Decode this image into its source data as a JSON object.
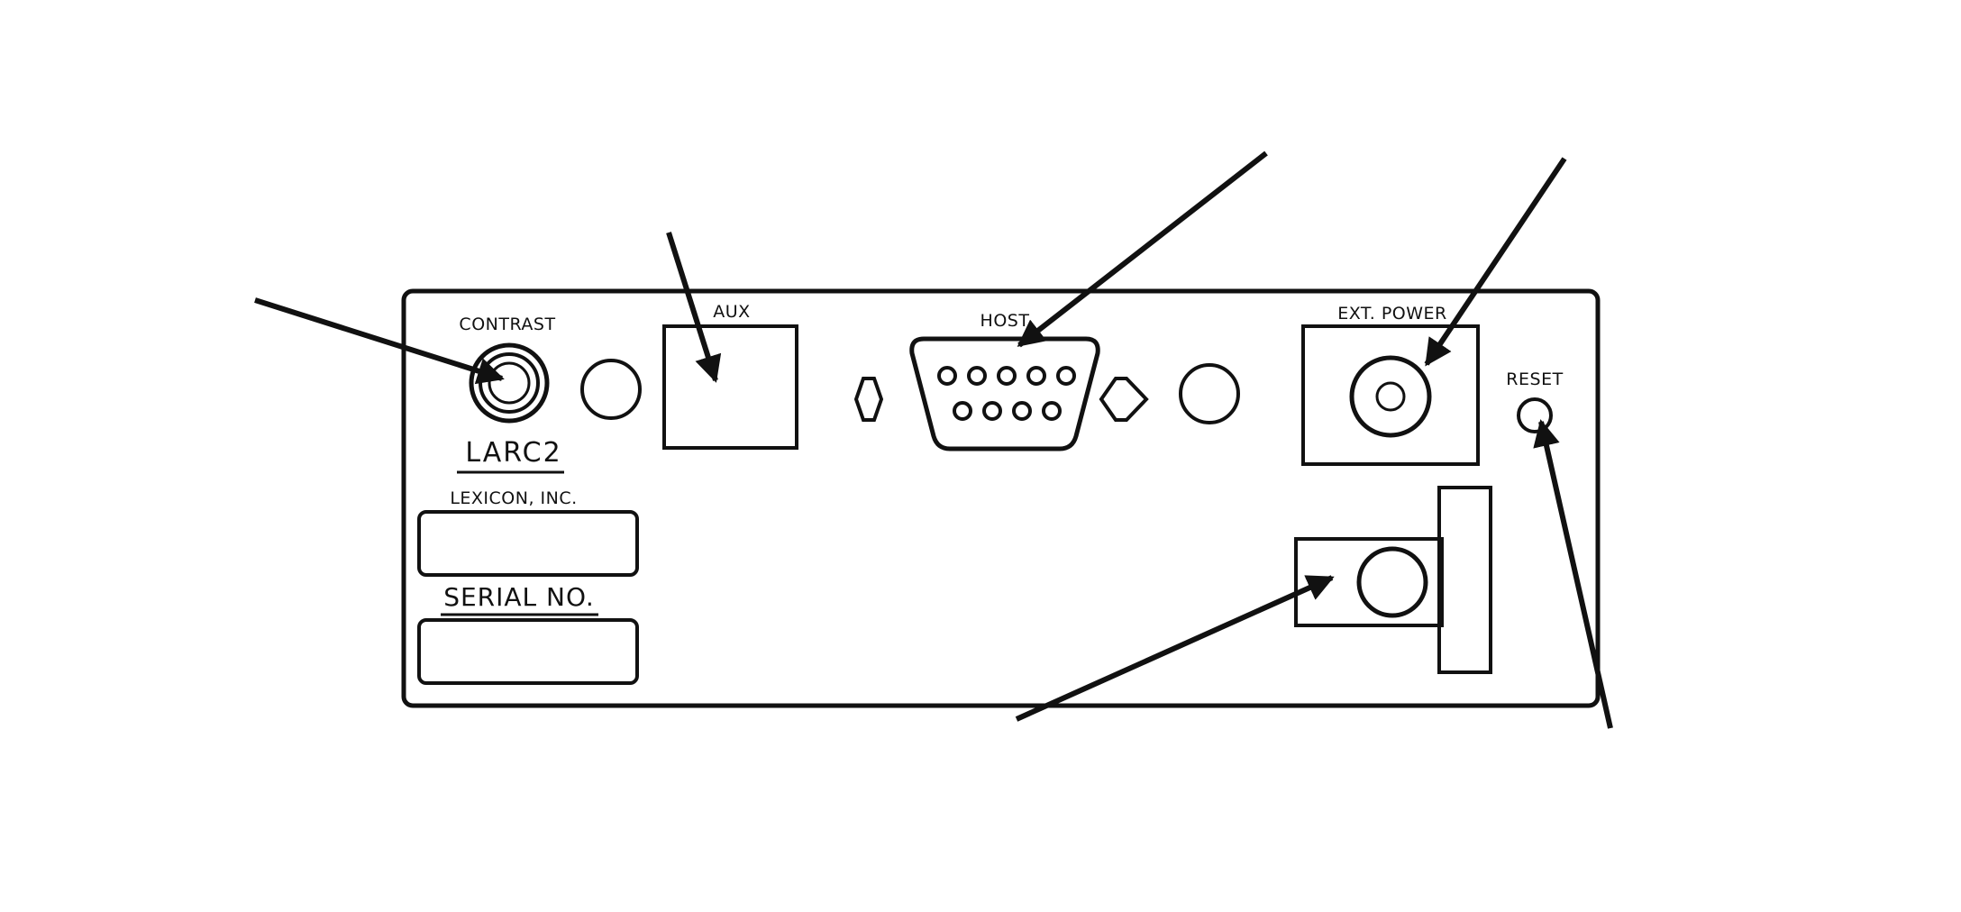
{
  "panel": {
    "contrast_label": "CONTRAST",
    "aux_label": "AUX",
    "host_label": "HOST",
    "ext_power_label": "EXT. POWER",
    "reset_label": "RESET",
    "model_label": "LARC2",
    "maker_label": "LEXICON, INC.",
    "serial_label": "SERIAL NO."
  },
  "colors": {
    "line": "#111111",
    "background": "#ffffff"
  },
  "callout_arrows": [
    "contrast",
    "aux",
    "host",
    "ext-power",
    "reset",
    "bottom-jack"
  ]
}
